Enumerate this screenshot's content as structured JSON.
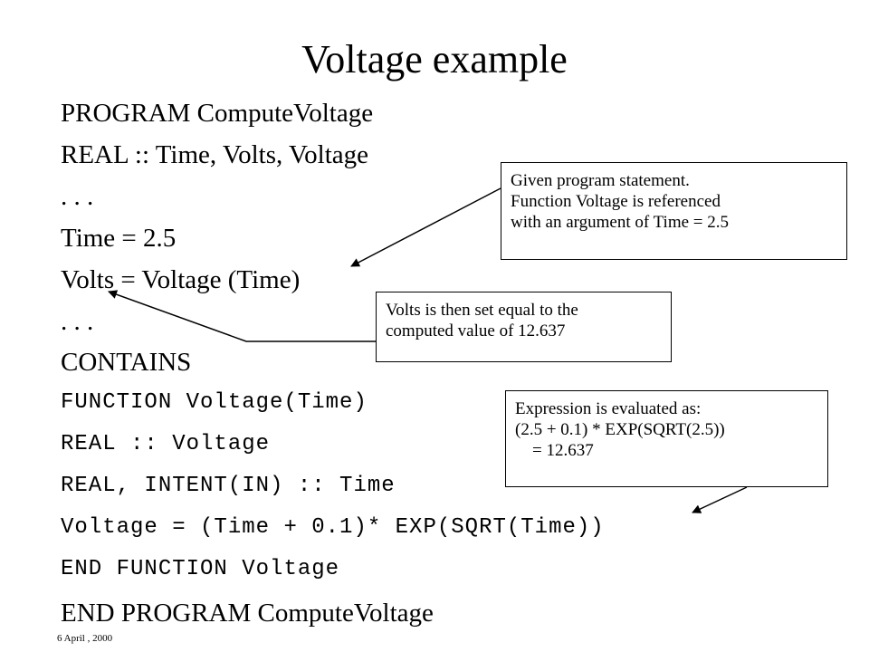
{
  "slide": {
    "title": "Voltage example",
    "code_lines": [
      "PROGRAM ComputeVoltage",
      "REAL :: Time, Volts, Voltage",
      ". . .",
      "Time = 2.5",
      "Volts = Voltage (Time)",
      ". . .",
      "CONTAINS",
      "FUNCTION Voltage(Time)",
      "REAL :: Voltage",
      "REAL, INTENT(IN) :: Time",
      "Voltage = (Time + 0.1)* EXP(SQRT(Time))",
      "END FUNCTION Voltage",
      "END PROGRAM ComputeVoltage"
    ],
    "callouts": {
      "given": [
        "Given program statement.",
        "Function Voltage is referenced",
        "with an argument of Time = 2.5"
      ],
      "volts": [
        "Volts is then set equal to the",
        "computed value of 12.637"
      ],
      "expression": [
        "Expression is evaluated as:",
        "(2.5 + 0.1) * EXP(SQRT(2.5))",
        "    = 12.637"
      ]
    },
    "footer_date": "6 April , 2000"
  }
}
